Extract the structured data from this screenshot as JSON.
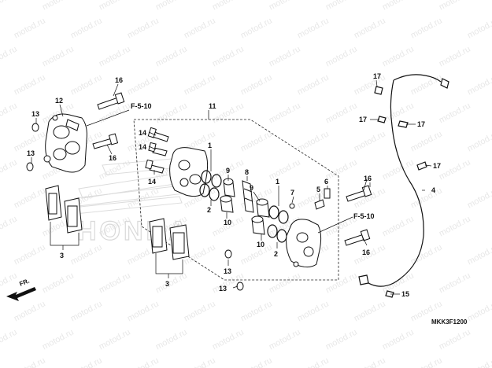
{
  "watermark": "motod.ru",
  "diagram_code": "MKK3F1200",
  "front_label": "FR.",
  "brand_mark": "HONDA",
  "references": {
    "ref_left": "F-5-10",
    "ref_right": "F-5-10"
  },
  "part_numbers": {
    "p1_top": "1",
    "p1_right": "1",
    "p2_left": "2",
    "p2_right": "2",
    "p3_left": "3",
    "p3_mid": "3",
    "p4": "4",
    "p5": "5",
    "p6": "6",
    "p7": "7",
    "p8": "8",
    "p9_left": "9",
    "p9_right": "9",
    "p10_left": "10",
    "p10_right": "10",
    "p11": "11",
    "p12": "12",
    "p13_a": "13",
    "p13_b": "13",
    "p13_c": "13",
    "p13_d": "13",
    "p14_a": "14",
    "p14_b": "14",
    "p14_c": "14",
    "p15": "15",
    "p16_a": "16",
    "p16_b": "16",
    "p16_c": "16",
    "p16_d": "16",
    "p17_a": "17",
    "p17_b": "17",
    "p17_c": "17",
    "p17_d": "17"
  }
}
